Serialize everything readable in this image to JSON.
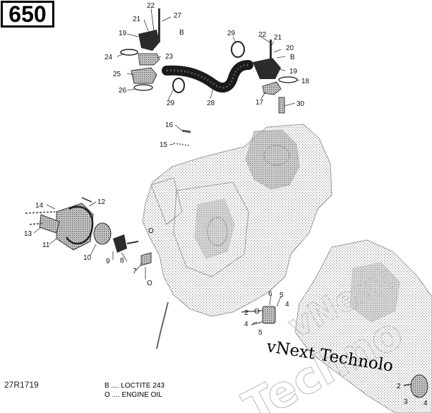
{
  "model_badge": "650",
  "reference_code": "27R1719",
  "legend": {
    "loctite": "B .... LOCTITE 243",
    "oil": "O .... ENGINE OIL"
  },
  "watermark": {
    "text": "vNext Technolo",
    "ghost_word_1": "Techno",
    "ghost_word_2": "vNext"
  },
  "colors": {
    "ink": "#000000",
    "engine_gray": "#a9a9a9",
    "hose_black": "#1a1a1a"
  },
  "callouts": [
    {
      "id": "c22a",
      "text": "22"
    },
    {
      "id": "c27",
      "text": "27"
    },
    {
      "id": "c21a",
      "text": "21"
    },
    {
      "id": "c19a",
      "text": "19"
    },
    {
      "id": "cBa",
      "text": "B"
    },
    {
      "id": "c24",
      "text": "24"
    },
    {
      "id": "c23",
      "text": "23"
    },
    {
      "id": "c25",
      "text": "25"
    },
    {
      "id": "c26",
      "text": "26"
    },
    {
      "id": "c29a",
      "text": "29"
    },
    {
      "id": "c29b",
      "text": "29"
    },
    {
      "id": "c28",
      "text": "28"
    },
    {
      "id": "c22b",
      "text": "22"
    },
    {
      "id": "c21b",
      "text": "21"
    },
    {
      "id": "c20",
      "text": "20"
    },
    {
      "id": "cBb",
      "text": "B"
    },
    {
      "id": "c19b",
      "text": "19"
    },
    {
      "id": "c18",
      "text": "18"
    },
    {
      "id": "c17",
      "text": "17"
    },
    {
      "id": "c30",
      "text": "30"
    },
    {
      "id": "c16",
      "text": "16"
    },
    {
      "id": "c15",
      "text": "15"
    },
    {
      "id": "c14",
      "text": "14"
    },
    {
      "id": "c12",
      "text": "12"
    },
    {
      "id": "c13",
      "text": "13"
    },
    {
      "id": "c11",
      "text": "11"
    },
    {
      "id": "c10",
      "text": "10"
    },
    {
      "id": "c9",
      "text": "9"
    },
    {
      "id": "c8",
      "text": "8"
    },
    {
      "id": "cOa",
      "text": "O"
    },
    {
      "id": "c7",
      "text": "7"
    },
    {
      "id": "cOb",
      "text": "O"
    },
    {
      "id": "c6",
      "text": "6"
    },
    {
      "id": "c5a",
      "text": "5"
    },
    {
      "id": "c2a",
      "text": "2"
    },
    {
      "id": "cOc",
      "text": "O"
    },
    {
      "id": "c4a",
      "text": "4"
    },
    {
      "id": "c5b",
      "text": "5"
    },
    {
      "id": "c4b",
      "text": "4"
    },
    {
      "id": "c2b",
      "text": "2"
    },
    {
      "id": "c3",
      "text": "3"
    },
    {
      "id": "c4c",
      "text": "4"
    }
  ]
}
